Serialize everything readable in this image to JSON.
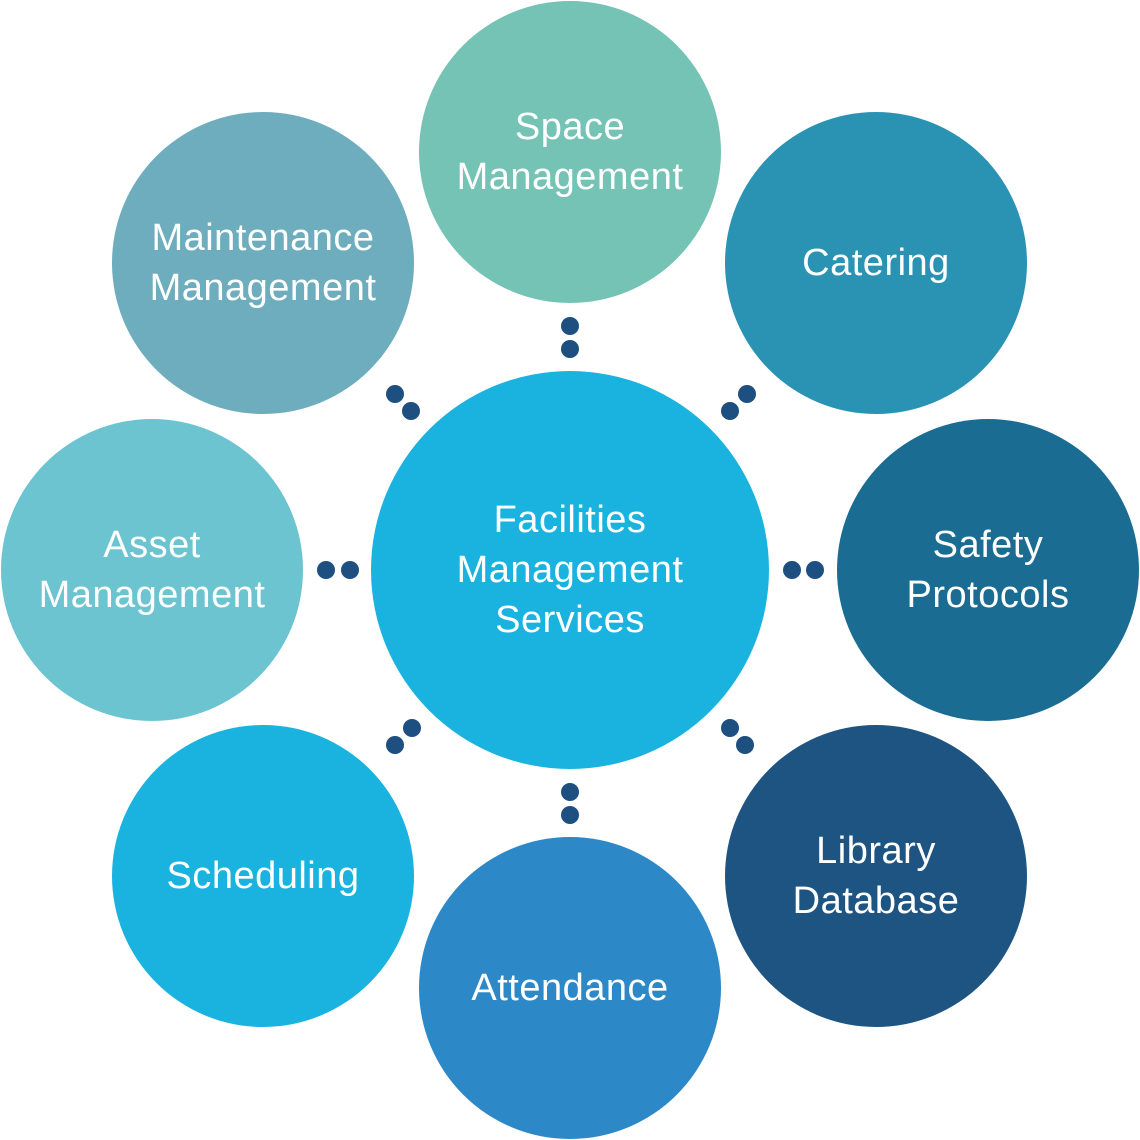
{
  "diagram": {
    "hub": {
      "lines": [
        "Facilities",
        "Management",
        "Services"
      ],
      "color": "#1ab3df"
    },
    "nodes": [
      {
        "id": "space-management",
        "lines": [
          "Space",
          "Management"
        ],
        "color": "#74c3b5"
      },
      {
        "id": "catering",
        "lines": [
          "Catering"
        ],
        "color": "#2a93b3"
      },
      {
        "id": "safety-protocols",
        "lines": [
          "Safety",
          "Protocols"
        ],
        "color": "#1b6c92"
      },
      {
        "id": "library-database",
        "lines": [
          "Library",
          "Database"
        ],
        "color": "#1d5482"
      },
      {
        "id": "attendance",
        "lines": [
          "Attendance"
        ],
        "color": "#2c88c6"
      },
      {
        "id": "scheduling",
        "lines": [
          "Scheduling"
        ],
        "color": "#1ab3df"
      },
      {
        "id": "asset-management",
        "lines": [
          "Asset",
          "Management"
        ],
        "color": "#6cc4d1"
      },
      {
        "id": "maintenance-management",
        "lines": [
          "Maintenance",
          "Management"
        ],
        "color": "#6eadbd"
      }
    ],
    "connector_color": "#1d4f80"
  }
}
